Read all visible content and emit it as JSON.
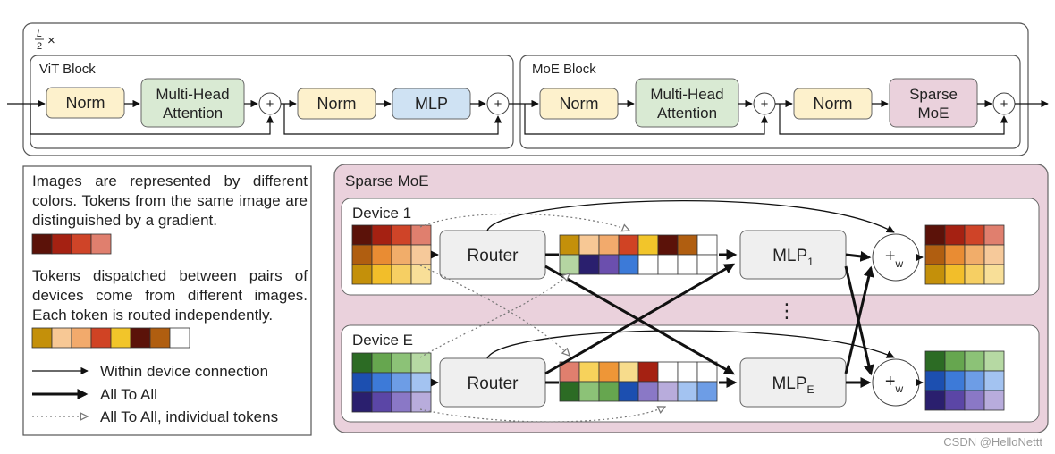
{
  "top": {
    "repeat_label": "L/2 ×",
    "repeat_num": "L",
    "repeat_den": "2",
    "repeat_times": "×",
    "vit_block": {
      "title": "ViT Block",
      "norm1": "Norm",
      "attn_l1": "Multi-Head",
      "attn_l2": "Attention",
      "norm2": "Norm",
      "mlp": "MLP",
      "plus": "+"
    },
    "moe_block": {
      "title": "MoE Block",
      "norm1": "Norm",
      "attn_l1": "Multi-Head",
      "attn_l2": "Attention",
      "norm2": "Norm",
      "smoe_l1": "Sparse",
      "smoe_l2": "MoE",
      "plus": "+"
    }
  },
  "legend": {
    "para1": "Images are represented by different colors. Tokens from the same image are distinguished by a gradient.",
    "para1_colors": [
      "#5b1209",
      "#a52112",
      "#cf4428",
      "#e07f6e"
    ],
    "para2": "Tokens dispatched between pairs of devices come from different images. Each token is routed independently.",
    "para2_colors": [
      "#c4900a",
      "#f7c895",
      "#f2aa6c",
      "#d04324",
      "#f2c52a",
      "#5b1209",
      "#b05e10",
      "#ffffff"
    ],
    "items": [
      {
        "label": "Within device connection",
        "style": "thin"
      },
      {
        "label": "All To All",
        "style": "thick"
      },
      {
        "label": "All To All, individual tokens",
        "style": "dotted"
      }
    ]
  },
  "sparse_moe": {
    "title": "Sparse MoE",
    "ellipsis": "⋮",
    "devices": [
      {
        "label": "Device 1",
        "router": "Router",
        "mlp": "MLP",
        "mlp_sub": "1",
        "combine": "+",
        "combine_sub": "w",
        "input_grid": [
          [
            "#5b1209",
            "#a52112",
            "#cf4428",
            "#e07f6e"
          ],
          [
            "#b05e10",
            "#e98c33",
            "#f1ad6a",
            "#f6c99a"
          ],
          [
            "#c4900a",
            "#f2be2a",
            "#f6cf63",
            "#f8df98"
          ]
        ],
        "dispatch_grid": [
          [
            "#c4900a",
            "#f7c895",
            "#f2aa6c",
            "#d04324",
            "#f2c52a",
            "#5b1209",
            "#b05e10",
            "#ffffff"
          ],
          [
            "#b5d5a2",
            "#2a1f6e",
            "#6b4fae",
            "#3c7ad8",
            "#ffffff",
            "#ffffff",
            "#ffffff",
            "#ffffff"
          ]
        ],
        "output_grid": [
          [
            "#5b1209",
            "#a52112",
            "#cf4428",
            "#e07f6e"
          ],
          [
            "#b05e10",
            "#e98c33",
            "#f1ad6a",
            "#f6c99a"
          ],
          [
            "#c4900a",
            "#f2be2a",
            "#f6cf63",
            "#f8df98"
          ]
        ]
      },
      {
        "label": "Device E",
        "router": "Router",
        "mlp": "MLP",
        "mlp_sub": "E",
        "combine": "+",
        "combine_sub": "w",
        "input_grid": [
          [
            "#2c6b24",
            "#66a64f",
            "#8cc277",
            "#b6d9a3"
          ],
          [
            "#1c4fb0",
            "#3d7ad8",
            "#6d9de6",
            "#a3c3f1"
          ],
          [
            "#2a1f6e",
            "#5b46a6",
            "#8a78c6",
            "#b8acdc"
          ]
        ],
        "dispatch_grid": [
          [
            "#e07f6e",
            "#f7d25b",
            "#ee9637",
            "#f7dc8c",
            "#a52112",
            "#ffffff",
            "#ffffff",
            "#ffffff"
          ],
          [
            "#2c6b24",
            "#8cc277",
            "#66a64f",
            "#1c4fb0",
            "#8a78c6",
            "#b8acdc",
            "#a3c3f1",
            "#6d9de6"
          ]
        ],
        "output_grid": [
          [
            "#2c6b24",
            "#66a64f",
            "#8cc277",
            "#b6d9a3"
          ],
          [
            "#1c4fb0",
            "#3d7ad8",
            "#6d9de6",
            "#a3c3f1"
          ],
          [
            "#2a1f6e",
            "#5b46a6",
            "#8a78c6",
            "#b8acdc"
          ]
        ]
      }
    ]
  },
  "colors": {
    "norm_fill": "#fdf1cc",
    "attention_fill": "#d9ead3",
    "mlp_fill": "#cfe2f3",
    "sparse_moe_fill": "#ead1dc",
    "router_fill": "#efefef",
    "panel_fill": "#ead1dc"
  },
  "watermark": "CSDN @HelloNettt"
}
